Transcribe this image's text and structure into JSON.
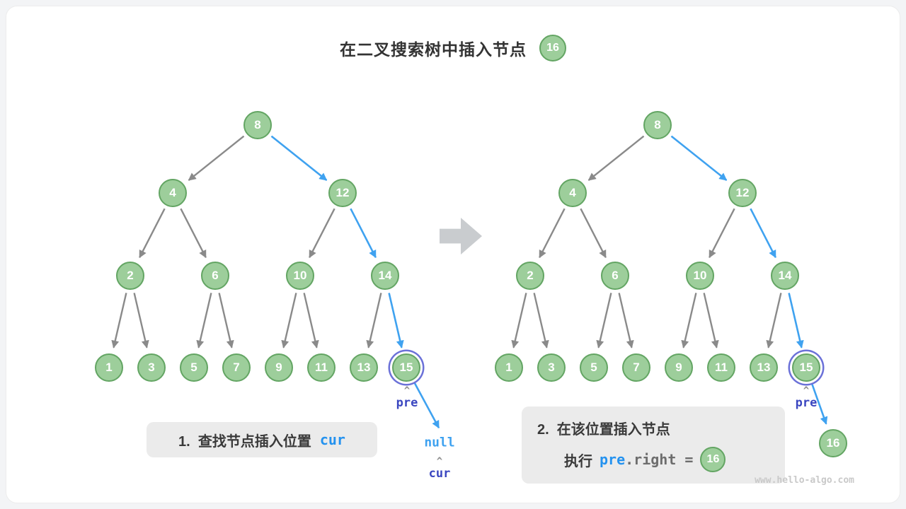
{
  "title": {
    "text": "在二叉搜索树中插入节点",
    "badge": "16"
  },
  "colors": {
    "node_fill": "#9dce9b",
    "node_border": "#63a563",
    "edge_gray": "#8a8a8a",
    "highlight_blue": "#3fa2f0",
    "ring_indigo": "#6b71d8",
    "label_indigo": "#3a46c0",
    "code_blue": "#2492ef",
    "code_gray": "#6d6d6d"
  },
  "step1": {
    "nodes": [
      "8",
      "4",
      "12",
      "2",
      "6",
      "10",
      "14",
      "1",
      "3",
      "5",
      "7",
      "9",
      "11",
      "13",
      "15"
    ],
    "edges": [
      {
        "from": "8",
        "to": "4"
      },
      {
        "from": "8",
        "to": "12",
        "hl": true
      },
      {
        "from": "4",
        "to": "2"
      },
      {
        "from": "4",
        "to": "6"
      },
      {
        "from": "12",
        "to": "10"
      },
      {
        "from": "12",
        "to": "14",
        "hl": true
      },
      {
        "from": "2",
        "to": "1"
      },
      {
        "from": "2",
        "to": "3"
      },
      {
        "from": "6",
        "to": "5"
      },
      {
        "from": "6",
        "to": "7"
      },
      {
        "from": "10",
        "to": "9"
      },
      {
        "from": "10",
        "to": "11"
      },
      {
        "from": "14",
        "to": "13"
      },
      {
        "from": "14",
        "to": "15",
        "hl": true
      },
      {
        "from": "15",
        "to": "null",
        "hl": true
      }
    ],
    "caret": "^",
    "pre_label": "pre",
    "null_label": "null",
    "cur_label": "cur",
    "caption_text": "1.  查找节点插入位置",
    "caption_code": "cur"
  },
  "step2": {
    "nodes": [
      "8",
      "4",
      "12",
      "2",
      "6",
      "10",
      "14",
      "1",
      "3",
      "5",
      "7",
      "9",
      "11",
      "13",
      "15",
      "16"
    ],
    "edges": [
      {
        "from": "8",
        "to": "4"
      },
      {
        "from": "8",
        "to": "12",
        "hl": true
      },
      {
        "from": "4",
        "to": "2"
      },
      {
        "from": "4",
        "to": "6"
      },
      {
        "from": "12",
        "to": "10"
      },
      {
        "from": "12",
        "to": "14",
        "hl": true
      },
      {
        "from": "2",
        "to": "1"
      },
      {
        "from": "2",
        "to": "3"
      },
      {
        "from": "6",
        "to": "5"
      },
      {
        "from": "6",
        "to": "7"
      },
      {
        "from": "10",
        "to": "9"
      },
      {
        "from": "10",
        "to": "11"
      },
      {
        "from": "14",
        "to": "13"
      },
      {
        "from": "14",
        "to": "15",
        "hl": true
      },
      {
        "from": "15",
        "to": "16",
        "hl": true
      }
    ],
    "caret": "^",
    "pre_label": "pre",
    "caption_line1": "2.  在该位置插入节点",
    "caption_exec": "执行",
    "caption_code_blue": "pre",
    "caption_code_gray": ".right =",
    "inserted_value": "16"
  },
  "watermark": "www.hello-algo.com"
}
